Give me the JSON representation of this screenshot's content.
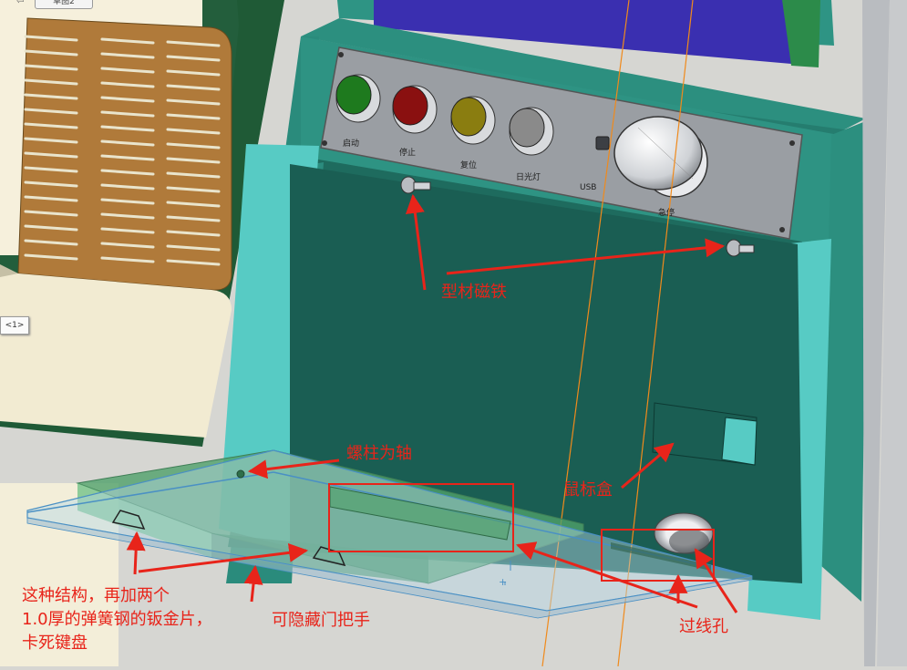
{
  "cad": {
    "tab_label": "草图2",
    "sheet_tag": "<1>"
  },
  "panel": {
    "buttons": [
      {
        "label": "启动",
        "color": "#1e7a1e"
      },
      {
        "label": "停止",
        "color": "#8a1010"
      },
      {
        "label": "复位",
        "color": "#8a7d10"
      },
      {
        "label": "日光灯",
        "color": "#8a8a8a"
      }
    ],
    "usb_label": "USB",
    "estop_label": "急停"
  },
  "annotations": {
    "magnet": "型材磁铁",
    "pivot": "螺柱为轴",
    "mouse_box": "鼠标盒",
    "structure_note_1": "这种结构，再加两个",
    "structure_note_2": "1.0厚的弹簧钢的钣金片，",
    "structure_note_3": "卡死键盘",
    "handle": "可隐藏门把手",
    "cable_hole": "过线孔"
  },
  "colors": {
    "annotation": "#e8241a",
    "cabinet": "#2b8f80",
    "side_panel": "#4cc6bf",
    "back_panel": "#17594f",
    "plate": "#9a9ea3"
  }
}
